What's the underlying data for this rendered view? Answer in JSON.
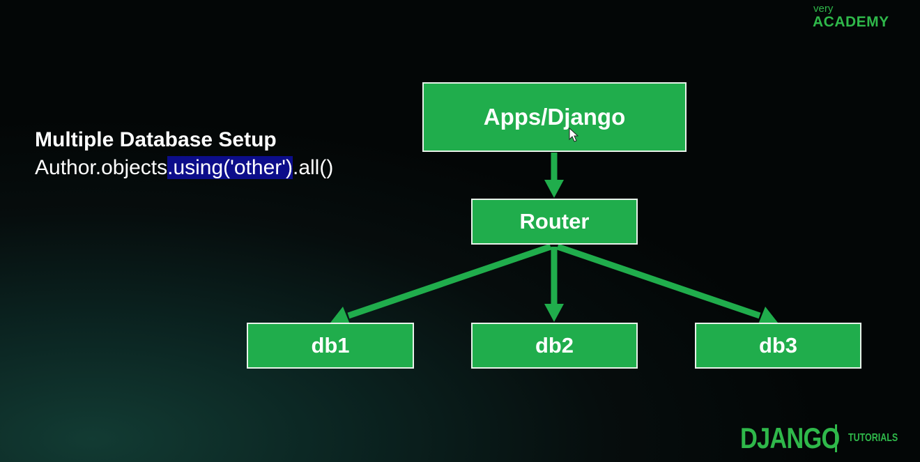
{
  "branding": {
    "top_small": "very",
    "top_large": "ACADEMY",
    "bottom_main": "DJANGO",
    "bottom_sub": "TUTORIALS"
  },
  "text": {
    "heading": "Multiple Database Setup",
    "code_before": "Author.objects",
    "code_highlight": ".using('other')",
    "code_after": ".all()"
  },
  "diagram": {
    "nodes": {
      "apps": "Apps/Django",
      "router": "Router",
      "db1": "db1",
      "db2": "db2",
      "db3": "db3"
    },
    "edges": [
      {
        "from": "Apps/Django",
        "to": "Router"
      },
      {
        "from": "Router",
        "to": "db1"
      },
      {
        "from": "Router",
        "to": "db2"
      },
      {
        "from": "Router",
        "to": "db3"
      }
    ]
  },
  "colors": {
    "box_fill": "#20ad4c",
    "arrow": "#20ad4c",
    "brand": "#2fb84a",
    "highlight": "#0c0d8a"
  }
}
